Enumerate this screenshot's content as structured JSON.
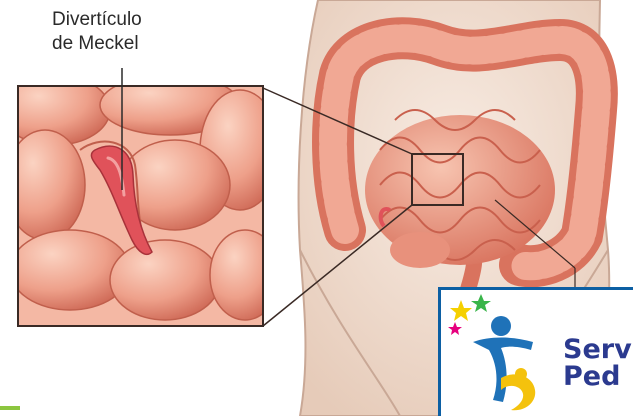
{
  "diagram": {
    "label_line1": "Divertículo",
    "label_line2": "de Meckel"
  },
  "logo": {
    "text_line1": "Servi",
    "text_line2": "Ped",
    "colors": {
      "border": "#0c5fa3",
      "text": "#2b3a8f",
      "figure_blue": "#1f72b8",
      "figure_yellow": "#f4c20d",
      "star_yellow": "#f5d000",
      "star_green": "#39b54a",
      "star_magenta": "#e6007e"
    }
  },
  "colors": {
    "intestine": "#e58f7c",
    "intestine_highlight": "#f6c3b2",
    "skin": "#f3e2d6",
    "diverticulum": "#e0525a"
  }
}
